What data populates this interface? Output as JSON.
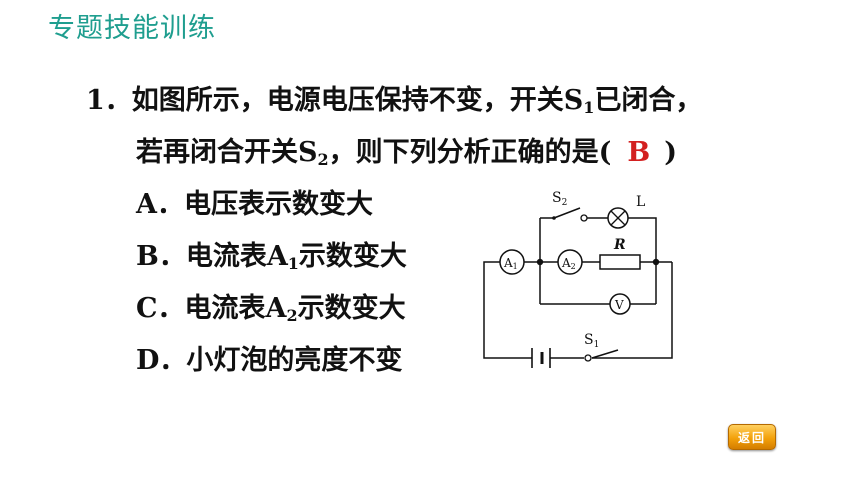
{
  "header": {
    "title": "专题技能训练"
  },
  "question": {
    "number": "1．",
    "line1_before": "如图所示，电源电压保持不变，开关",
    "s1_label": "S",
    "s1_sub": "1",
    "line1_after": "已闭合，",
    "line2_before": "若再闭合开关",
    "s2_label": "S",
    "s2_sub": "2",
    "line2_after": "，则下列分析正确的是(",
    "answer": "B",
    "close_paren": ")"
  },
  "options": {
    "a": {
      "text": "A．电压表示数变大"
    },
    "b": {
      "before": "B．电流表",
      "label": "A",
      "sub": "1",
      "after": "示数变大"
    },
    "c": {
      "before": "C．电流表",
      "label": "A",
      "sub": "2",
      "after": "示数变大"
    },
    "d": {
      "text": "D．小灯泡的亮度不变"
    }
  },
  "circuit": {
    "s2_label": "S",
    "s2_sub": "2",
    "lamp_label": "L",
    "resistor_label": "R",
    "a1_label": "A",
    "a1_sub": "1",
    "a2_label": "A",
    "a2_sub": "2",
    "voltmeter_label": "V",
    "s1_label": "S",
    "s1_sub": "1"
  },
  "back_button": {
    "label": "返回"
  }
}
